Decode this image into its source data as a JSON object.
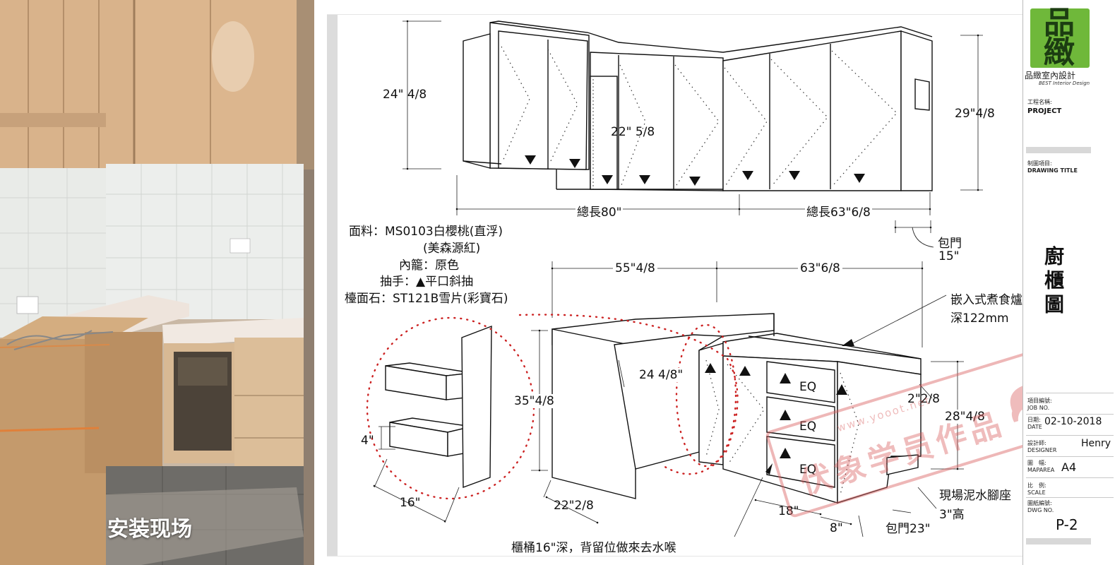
{
  "photo": {
    "caption": "安装现场"
  },
  "upper_cabinets": {
    "height_left": "24\" 4/8",
    "height_mid": "22\" 5/8",
    "height_right": "29\"4/8",
    "total_left": "總長80\"",
    "total_right": "總長63\"6/8",
    "door_note": "包門",
    "door_size": "15\""
  },
  "spec": {
    "lines": [
      "面料：MS0103白櫻桃(直浮)",
      "(美森源紅)",
      "內籠：原色",
      "抽手：▲平口斜抽",
      "檯面石：ST121B雪片(彩寶石)"
    ]
  },
  "base_cabinets": {
    "width_left": "55\"4/8",
    "width_right": "63\"6/8",
    "hob_note_1": "嵌入式煮食爐",
    "hob_note_2": "深122mm",
    "height_left": "35\"4/8",
    "inner_depth": "24 4/8\"",
    "drawer_eq": [
      "EQ",
      "EQ",
      "EQ"
    ],
    "gap": "2\"2/8",
    "height_right": "28\"4/8",
    "plinth_note": "現場泥水腳座",
    "plinth_height": "3\"高",
    "depth_18": "18\"",
    "depth_8": "8\"",
    "door_23": "包門23\"",
    "depth_left": "22\"2/8",
    "bottom_note": "櫃桶16\"深，背留位做來去水喉"
  },
  "drawer_detail": {
    "height": "4\"",
    "depth": "16\""
  },
  "title_block": {
    "logo_glyph": "品緻",
    "logo_name": "品緻室內設計",
    "logo_sub": "BEST Interior Design",
    "project_cap": "工程名稱:",
    "project_val": "PROJECT",
    "drawing_cap": "制圖項目:",
    "drawing_val": "DRAWING TITLE",
    "vertical_title": "廚櫃圖",
    "job_cap_1": "項目編號:",
    "job_cap_2": "JOB NO.",
    "date_cap_1": "日期:",
    "date_cap_2": "DATE",
    "date_val": "02-10-2018",
    "designer_cap_1": "設計師:",
    "designer_cap_2": "DESIGNER",
    "designer_val": "Henry",
    "area_cap_1": "圖　幅:",
    "area_cap_2": "MAPAREA",
    "area_val": "A4",
    "scale_cap_1": "比　例:",
    "scale_cap_2": "SCALE",
    "dwg_cap_1": "圖紙編號:",
    "dwg_cap_2": "DWG NO.",
    "dwg_val": "P-2"
  },
  "watermark": {
    "text": "伏象学员作品",
    "url": "www.yooot.net"
  }
}
